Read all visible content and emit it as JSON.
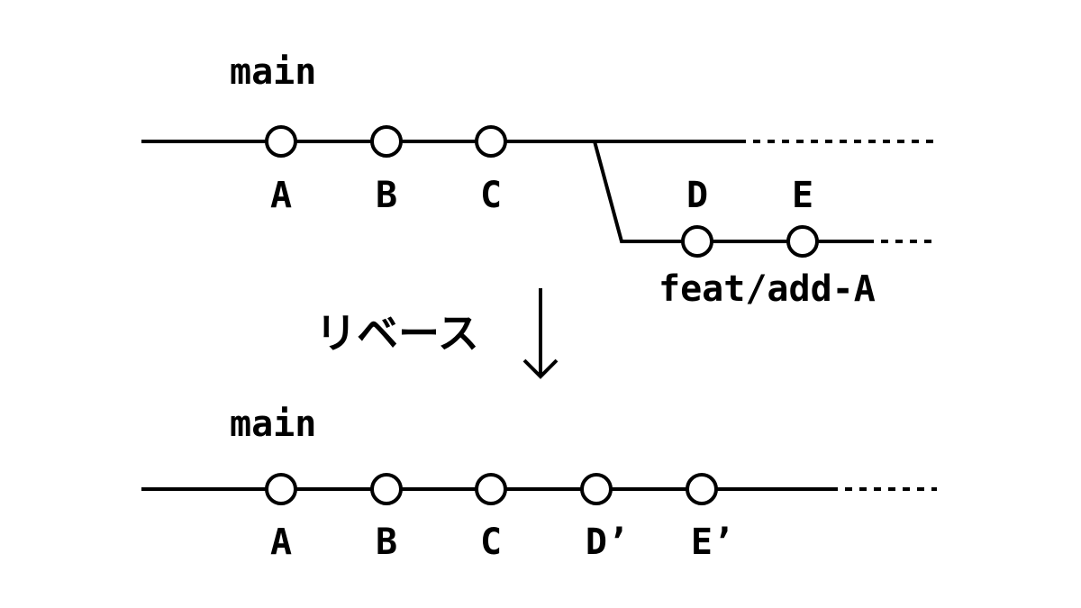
{
  "before": {
    "branch_label": "main",
    "commits": [
      "A",
      "B",
      "C"
    ],
    "feature_commits": [
      "D",
      "E"
    ],
    "feature_branch_label": "feat/add-A"
  },
  "operation": {
    "label": "リベース"
  },
  "after": {
    "branch_label": "main",
    "commits": [
      "A",
      "B",
      "C",
      "D’",
      "E’"
    ]
  },
  "colors": {
    "line": "#000000",
    "background": "#ffffff"
  }
}
